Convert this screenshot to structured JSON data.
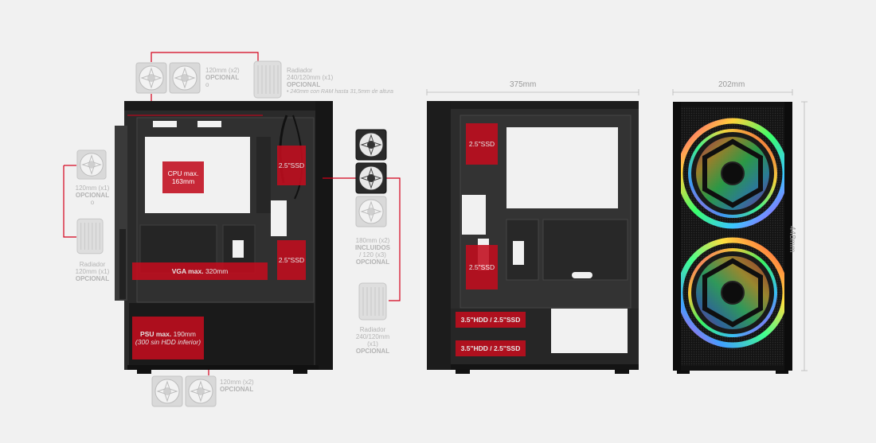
{
  "labels": {
    "top_fans": {
      "size": "120mm (x2)",
      "req": "OPCIONAL",
      "mark": "o"
    },
    "top_radiator": {
      "name": "Radiador",
      "size": "240/120mm (x1)",
      "req": "OPCIONAL",
      "note": "• 240mm con RAM hasta 31,5mm de altura"
    },
    "rear_fan": {
      "size": "120mm (x1)",
      "req": "OPCIONAL",
      "mark": "o"
    },
    "rear_radiator": {
      "name": "Radiador",
      "size": "120mm (x1)",
      "req": "OPCIONAL"
    },
    "front_fans": {
      "size": "180mm (x2)",
      "included": "INCLUIDOS",
      "alt": "/ 120 (x3)",
      "req": "OPCIONAL"
    },
    "front_radiator": {
      "name": "Radiador",
      "size": "240/120mm",
      "count": "(x1)",
      "req": "OPCIONAL"
    },
    "bottom_fans": {
      "size": "120mm (x2)",
      "req": "OPCIONAL"
    }
  },
  "zones": {
    "cpu": {
      "title": "CPU max.",
      "value": "163mm"
    },
    "vga": {
      "title": "VGA max.",
      "value": "320mm"
    },
    "psu": {
      "title": "PSU max.",
      "value": "190mm",
      "note": "(300 sin HDD inferior)"
    },
    "ssd_label": "2.5\"SSD",
    "hdd_label": "3.5\"HDD / 2.5\"SSD"
  },
  "dimensions": {
    "depth": "375mm",
    "width": "202mm",
    "height": "448mm"
  },
  "colors": {
    "accent": "#c20d1e",
    "line": "#d4001a",
    "case": "#1e1e1e",
    "label": "#b4b4b4"
  }
}
